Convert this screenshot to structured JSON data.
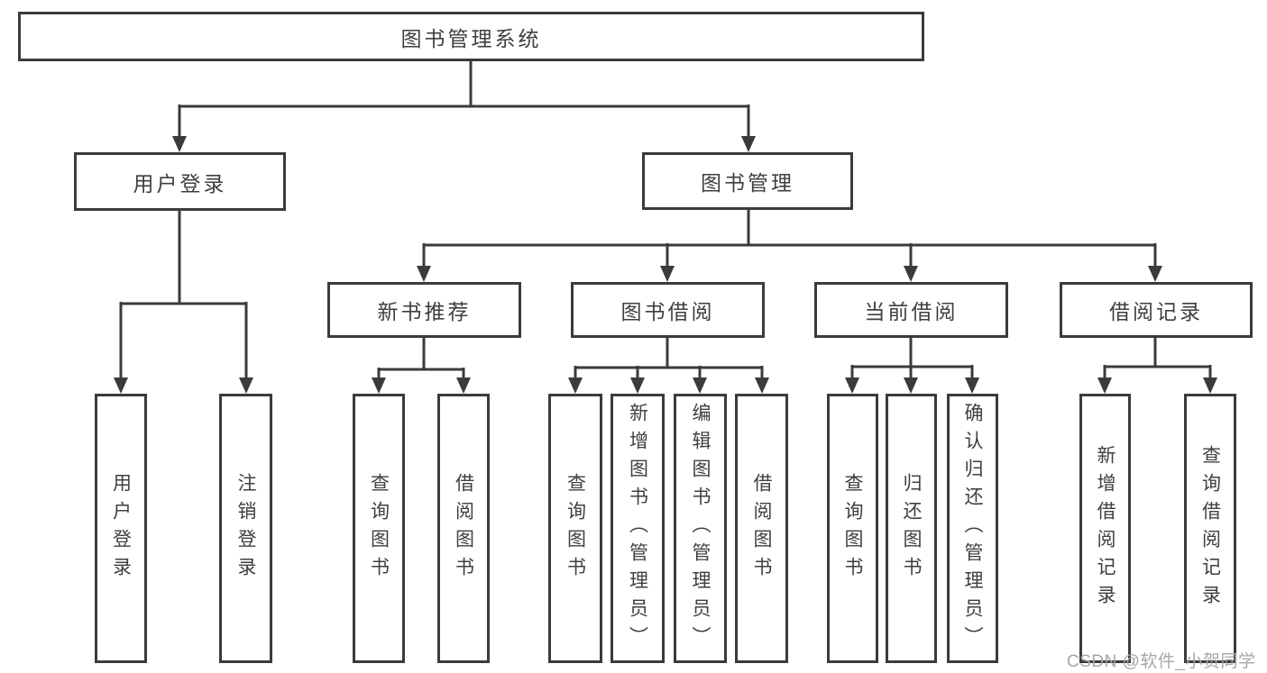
{
  "diagram": {
    "title": "图书管理系统",
    "level2": {
      "user_login": "用户登录",
      "book_mgmt": "图书管理"
    },
    "level3": {
      "new_book": "新书推荐",
      "book_borrow": "图书借阅",
      "current_borrow": "当前借阅",
      "borrow_record": "借阅记录"
    },
    "leaves": {
      "user_login": [
        "用户登录",
        "注销登录"
      ],
      "new_book": [
        "查询图书",
        "借阅图书"
      ],
      "book_borrow": [
        "查询图书",
        "新增图书（管理员）",
        "编辑图书（管理员）",
        "借阅图书"
      ],
      "current_borrow": [
        "查询图书",
        "归还图书",
        "确认归还（管理员）"
      ],
      "borrow_record": [
        "新增借阅记录",
        "查询借阅记录"
      ]
    },
    "line_color": "#3b3b3b"
  },
  "watermark": "CSDN @软件_小贺同学"
}
